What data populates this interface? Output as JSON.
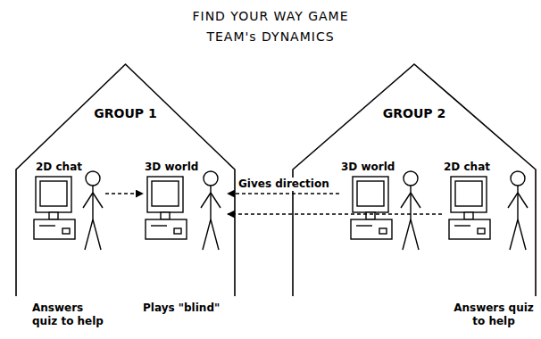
{
  "diagram": {
    "title": "FIND YOUR WAY GAME",
    "nodes": [
      {
        "text": [
          "GROUP 1"
        ]
      },
      {
        "text": [
          "2D chat"
        ],
        "in": 0
      },
      {
        "text": [
          "3D world"
        ],
        "in": 0
      },
      {
        "text": [
          "GROUP 2"
        ]
      },
      {
        "text": [
          "3D world"
        ],
        "in": 3
      },
      {
        "text": [
          "2D chat"
        ],
        "in": 3
      }
    ],
    "edges": [
      {
        "from": 1,
        "to": 2,
        "arrow": "to"
      },
      {
        "from": 4,
        "to": 2,
        "label": "Gives direction",
        "arrow": "to"
      },
      {
        "from": 5,
        "to": 2,
        "arrow": "to"
      }
    ],
    "labels": [
      "TEAM's DYNAMICS",
      "Answers quiz to help",
      "Plays \"blind\"",
      "Answers quiz to help"
    ]
  }
}
